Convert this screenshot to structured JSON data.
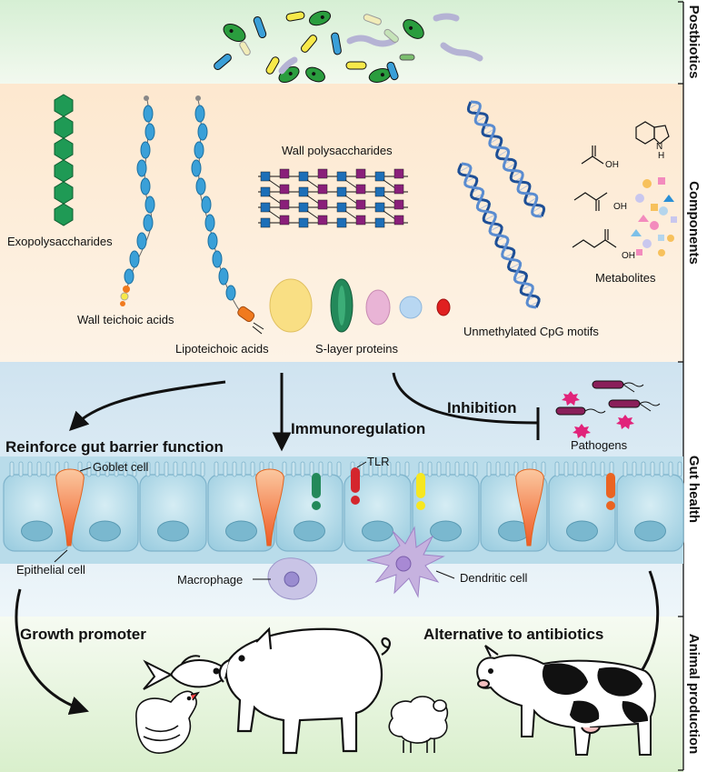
{
  "sections": {
    "postbiotics": "Postbiotics",
    "components": "Components",
    "gut_health": "Gut health",
    "animal_production": "Animal production"
  },
  "components": {
    "exopolysaccharides": "Exopolysaccharides",
    "wall_teichoic_acids": "Wall teichoic acids",
    "lipoteichoic_acids": "Lipoteichoic acids",
    "wall_polysaccharides": "Wall polysaccharides",
    "s_layer_proteins": "S-layer proteins",
    "unmethylated_cpg": "Unmethylated CpG motifs",
    "metabolites": "Metabolites",
    "chem_oh": "OH",
    "chem_h": "H",
    "chem_n": "N"
  },
  "gut": {
    "inhibition": "Inhibition",
    "immunoregulation": "Immunoregulation",
    "reinforce": "Reinforce gut barrier function",
    "pathogens": "Pathogens",
    "goblet_cell": "Goblet cell",
    "tlr": "TLR",
    "epithelial_cell": "Epithelial cell",
    "macrophage": "Macrophage",
    "dendritic_cell": "Dendritic cell"
  },
  "production": {
    "growth_promoter": "Growth promoter",
    "alternative": "Alternative to antibiotics"
  },
  "colors": {
    "postbiotics_band": "#e3f3df",
    "components_band": "#fbe9d3",
    "gut_band": "#d7e9f3",
    "production_band": "#e8f4e1",
    "epithelium": "#a9d5e6",
    "goblet": "#f59a5e",
    "green_hex": "#1f9a55",
    "blue_bead": "#3aa0d8",
    "purple": "#8a1f7a"
  }
}
